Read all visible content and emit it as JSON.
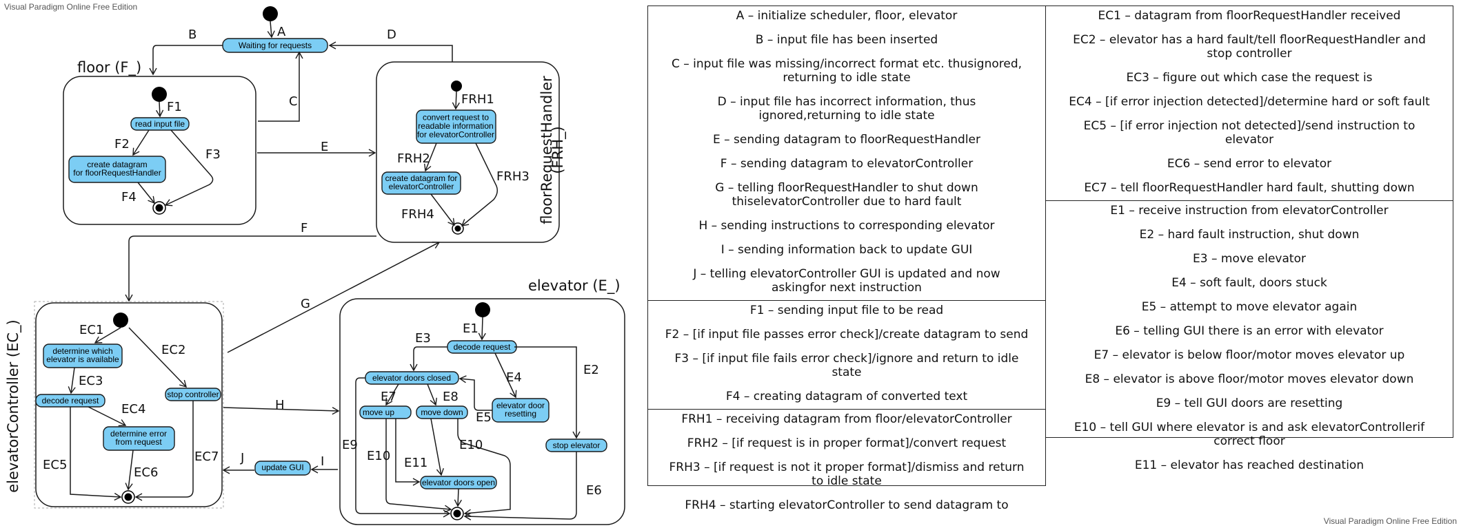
{
  "watermark": {
    "top_left": "Visual Paradigm Online Free Edition",
    "bottom_right": "Visual Paradigm Online Free Edition"
  },
  "diagram": {
    "top": {
      "state": "Waiting for requests"
    },
    "floor": {
      "title": "floor (F_)",
      "states": [
        "read input file",
        "create datagram\nfor floorRequestHandler"
      ],
      "labels": [
        "F1",
        "F2",
        "F3",
        "F4"
      ]
    },
    "frh": {
      "title": "floorRequestHandler\n(FRH_)",
      "states": [
        "convert request to\nreadable information\nfor elevatorController",
        "create datagram for\nelevatorController"
      ],
      "labels": [
        "FRH1",
        "FRH2",
        "FRH3",
        "FRH4"
      ]
    },
    "ec": {
      "title": "elevatorController (EC_)",
      "states": [
        "determine which\nelevator is available",
        "decode request",
        "determine error\nfrom request",
        "stop controller"
      ],
      "labels": [
        "EC1",
        "EC2",
        "EC3",
        "EC4",
        "EC5",
        "EC6",
        "EC7"
      ]
    },
    "elev": {
      "title": "elevator (E_)",
      "states": [
        "decode request",
        "elevator doors closed",
        "move up",
        "move down",
        "elevator door\nresetting",
        "stop elevator",
        "elevator doors open"
      ],
      "labels": [
        "E1",
        "E2",
        "E3",
        "E4",
        "E5",
        "E6",
        "E7",
        "E8",
        "E9",
        "E10",
        "E10",
        "E11"
      ]
    },
    "update_gui": "update GUI",
    "transitions": [
      "A",
      "B",
      "C",
      "D",
      "E",
      "F",
      "G",
      "H",
      "I",
      "J"
    ]
  },
  "legend": {
    "left": [
      [
        "A – initialize scheduler, floor, elevator",
        "B – input file has been inserted",
        "C – input file was missing/incorrect format etc. thusignored, returning to idle state",
        "D – input file has incorrect information, thus ignored,returning to idle state",
        "E – sending datagram to floorRequestHandler",
        "F – sending datagram to elevatorController",
        "G – telling floorRequestHandler to shut down thiselevatorController due to hard fault",
        "H – sending instructions to corresponding elevator",
        "I – sending information back to update GUI",
        "J – telling elevatorController GUI is updated and now askingfor next instruction"
      ],
      [
        "F1 – sending input file to be read",
        "F2 – [if input file passes error check]/create datagram to send",
        "F3 – [if input file fails error check]/ignore and return to idle state",
        "F4 – creating datagram of converted text"
      ],
      [
        "FRH1 – receiving datagram from floor/elevatorController",
        "FRH2 – [if request is in proper format]/convert request",
        "FRH3 – [if request is not it proper format]/dismiss and return to idle state",
        "FRH4 – starting elevatorController to send datagram to"
      ]
    ],
    "right": [
      [
        "EC1 – datagram from floorRequestHandler received",
        "EC2 – elevator has a hard fault/tell floorRequestHandler and stop controller",
        "EC3 – figure out which case the request is",
        "EC4 – [if error injection detected]/determine hard or soft fault",
        "EC5 – [if error injection not detected]/send instruction to elevator",
        "EC6 – send error to elevator",
        "EC7 – tell floorRequestHandler hard fault, shutting down"
      ],
      [
        "E1 – receive instruction from elevatorController",
        "E2 – hard fault instruction, shut down",
        "E3 – move elevator",
        "E4 – soft fault, doors stuck",
        "E5 – attempt to move elevator again",
        "E6 – telling GUI there is an error with elevator",
        "E7 – elevator is below floor/motor moves elevator up",
        "E8 – elevator is above floor/motor moves elevator down",
        "E9 – tell GUI doors are resetting",
        "E10 – tell GUI where elevator is and ask elevatorControllerif correct floor",
        "E11 – elevator has reached destination"
      ]
    ]
  }
}
